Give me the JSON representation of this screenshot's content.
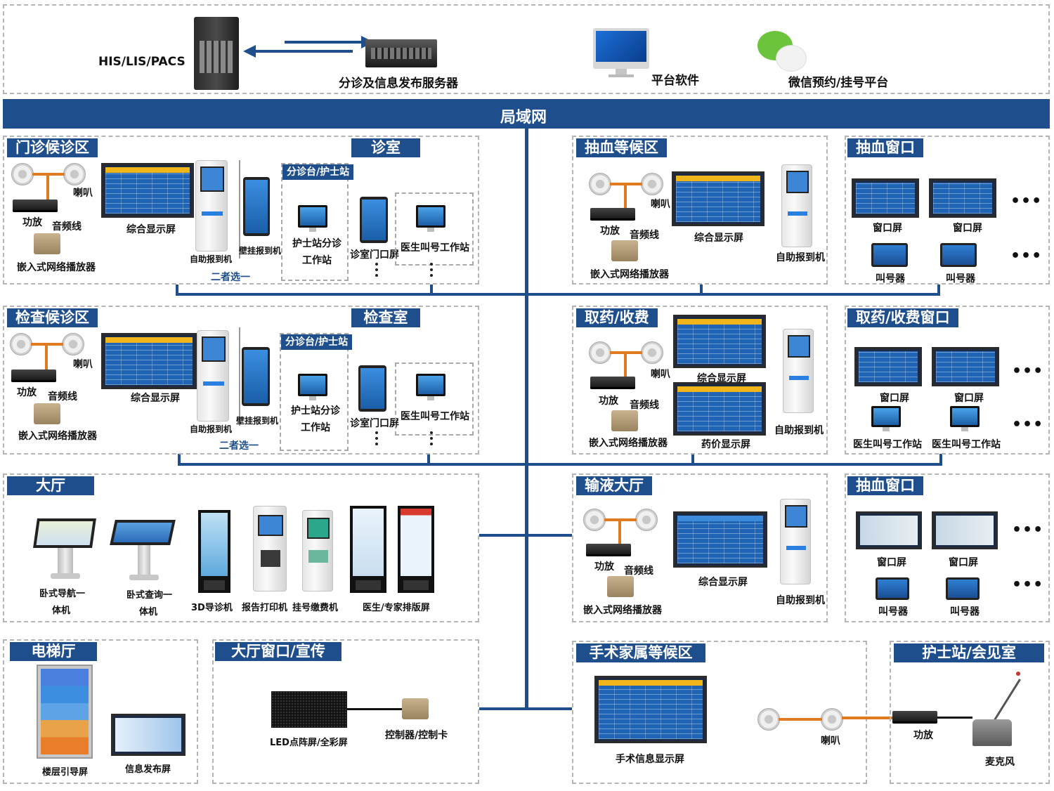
{
  "top": {
    "his_label": "HIS/LIS/PACS",
    "server_label": "分诊及信息发布服务器",
    "platform_label": "平台软件",
    "wechat_label": "微信预约/挂号平台"
  },
  "network": {
    "lan_label": "局域网"
  },
  "zones": {
    "outpatient": {
      "title": "门诊候诊区",
      "speaker": "喇叭",
      "amp": "功放",
      "wire": "音频线",
      "player": "嵌入式网络播放器",
      "display": "综合显示屏",
      "kiosk": "自助报到机",
      "wall": "壁挂报到机",
      "choose": "二者选一",
      "nurse_title": "分诊台/护士站",
      "nurse_ws": "护士站分诊",
      "nurse_ws2": "工作站"
    },
    "consult_room": {
      "title": "诊室",
      "door_screen": "诊室门口屏",
      "doctor_ws": "医生叫号工作站"
    },
    "blood_wait": {
      "title": "抽血等候区",
      "speaker": "喇叭",
      "amp": "功放",
      "wire": "音频线",
      "player": "嵌入式网络播放器",
      "display": "综合显示屏",
      "kiosk": "自助报到机"
    },
    "blood_window": {
      "title": "抽血窗口",
      "window_screen": "窗口屏",
      "caller": "叫号器"
    },
    "exam_wait": {
      "title": "检查候诊区",
      "speaker": "喇叭",
      "amp": "功放",
      "wire": "音频线",
      "player": "嵌入式网络播放器",
      "display": "综合显示屏",
      "kiosk": "自助报到机",
      "wall": "壁挂报到机",
      "choose": "二者选一",
      "nurse_title": "分诊台/护士站",
      "nurse_ws": "护士站分诊",
      "nurse_ws2": "工作站"
    },
    "exam_room": {
      "title": "检查室",
      "door_screen": "诊室门口屏",
      "doctor_ws": "医生叫号工作站"
    },
    "pharmacy": {
      "title": "取药/收费",
      "speaker": "喇叭",
      "amp": "功放",
      "wire": "音频线",
      "player": "嵌入式网络播放器",
      "display": "综合显示屏",
      "price": "药价显示屏",
      "kiosk": "自助报到机"
    },
    "pharmacy_window": {
      "title": "取药/收费窗口",
      "window_screen": "窗口屏",
      "doctor_ws": "医生叫号工作站"
    },
    "hall": {
      "title": "大厅",
      "nav1": "卧式导航一",
      "nav2": "体机",
      "query1": "卧式查询一",
      "query2": "体机",
      "guide3d": "3D导诊机",
      "printer": "报告打印机",
      "payment": "挂号缴费机",
      "schedule": "医生/专家排版屏"
    },
    "infusion": {
      "title": "输液大厅",
      "amp": "功放",
      "wire": "音频线",
      "player": "嵌入式网络播放器",
      "display": "综合显示屏",
      "kiosk": "自助报到机"
    },
    "blood_window2": {
      "title": "抽血窗口",
      "window_screen": "窗口屏",
      "caller": "叫号器"
    },
    "elevator": {
      "title": "电梯厅",
      "floor_guide": "楼层引导屏",
      "info_screen": "信息发布屏"
    },
    "hall_window": {
      "title": "大厅窗口/宣传",
      "led": "LED点阵屏/全彩屏",
      "controller": "控制器/控制卡"
    },
    "surgery": {
      "title": "手术家属等候区",
      "screen": "手术信息显示屏",
      "speaker": "喇叭"
    },
    "nurse_station": {
      "title": "护士站/会见室",
      "amp": "功放",
      "mic": "麦克风"
    }
  },
  "colors": {
    "accent": "#1f4e8c",
    "wire": "#e07b22"
  }
}
